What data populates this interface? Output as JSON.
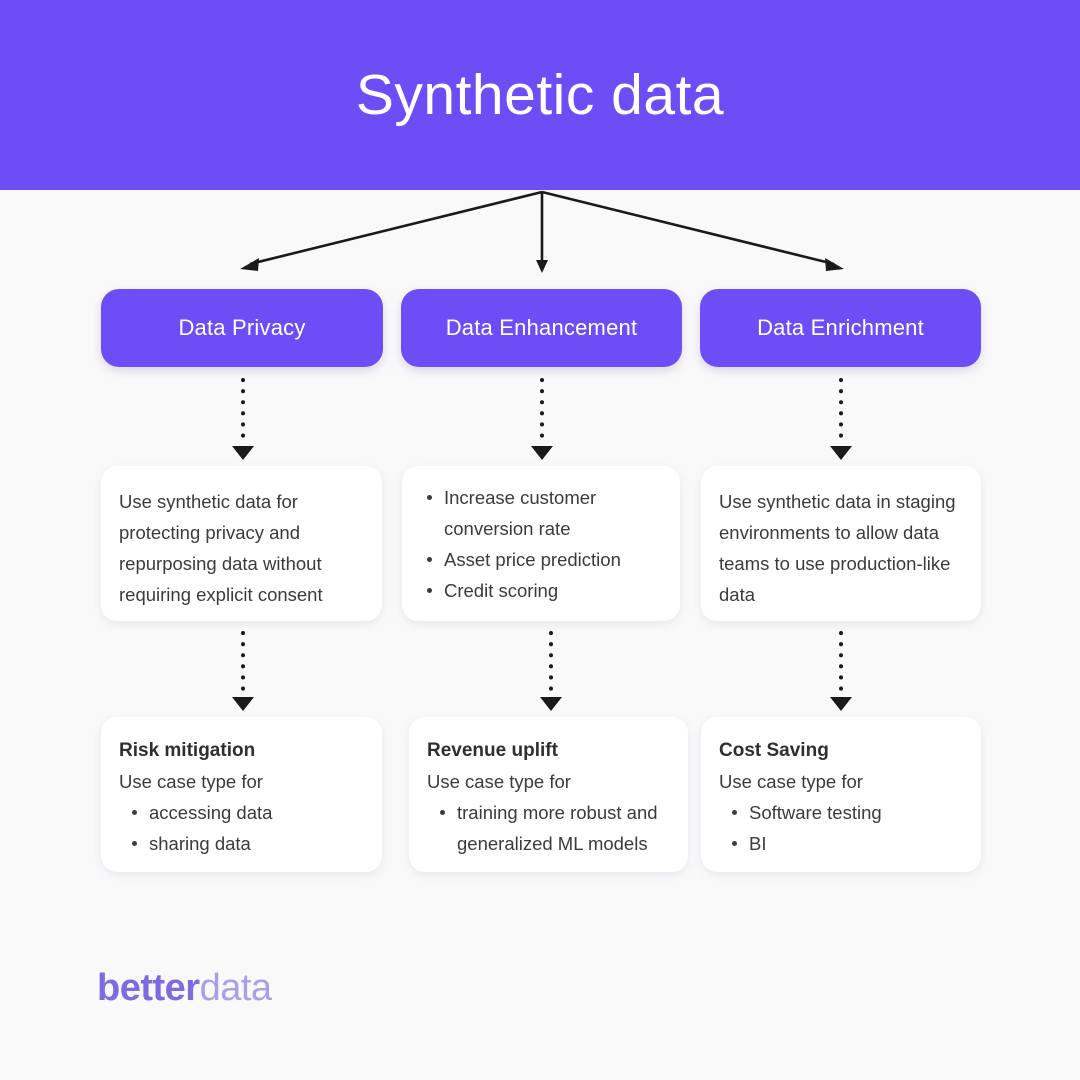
{
  "header": {
    "title": "Synthetic data",
    "bg_color": "#6C4DF6",
    "text_color": "#FFFFFF"
  },
  "page": {
    "background_color": "#FAF9FA",
    "body_text_color": "#3B3B3F"
  },
  "branches": [
    {
      "pill_label": "Data Privacy",
      "description": {
        "type": "paragraph",
        "text": "Use synthetic data for protecting privacy and repurposing data without requiring explicit consent",
        "bullets": []
      },
      "outcome": {
        "title": "Risk mitigation",
        "subtitle": "Use case type for",
        "bullets": [
          "accessing data",
          "sharing data"
        ]
      }
    },
    {
      "pill_label": "Data Enhancement",
      "description": {
        "type": "bullets",
        "text": "",
        "bullets": [
          "Increase customer conversion rate",
          "Asset price prediction",
          "Credit scoring"
        ]
      },
      "outcome": {
        "title": "Revenue uplift",
        "subtitle": "Use case type for",
        "bullets": [
          "training more robust and generalized ML models"
        ]
      }
    },
    {
      "pill_label": "Data Enrichment",
      "description": {
        "type": "paragraph",
        "text": "Use synthetic data in staging environments to allow data teams to use production-like data",
        "bullets": []
      },
      "outcome": {
        "title": "Cost Saving",
        "subtitle": "Use case type for",
        "bullets": [
          "Software testing",
          "BI"
        ]
      }
    }
  ],
  "connectors": {
    "fanout_icon": "three-way-arrow-connector",
    "dotted_icon": "dotted-down-arrow",
    "color": "#1A1A1A"
  },
  "logo": {
    "part_bold": "better",
    "part_light": "data",
    "color_bold": "#7E6BE0",
    "color_light": "#A9A0E8"
  }
}
